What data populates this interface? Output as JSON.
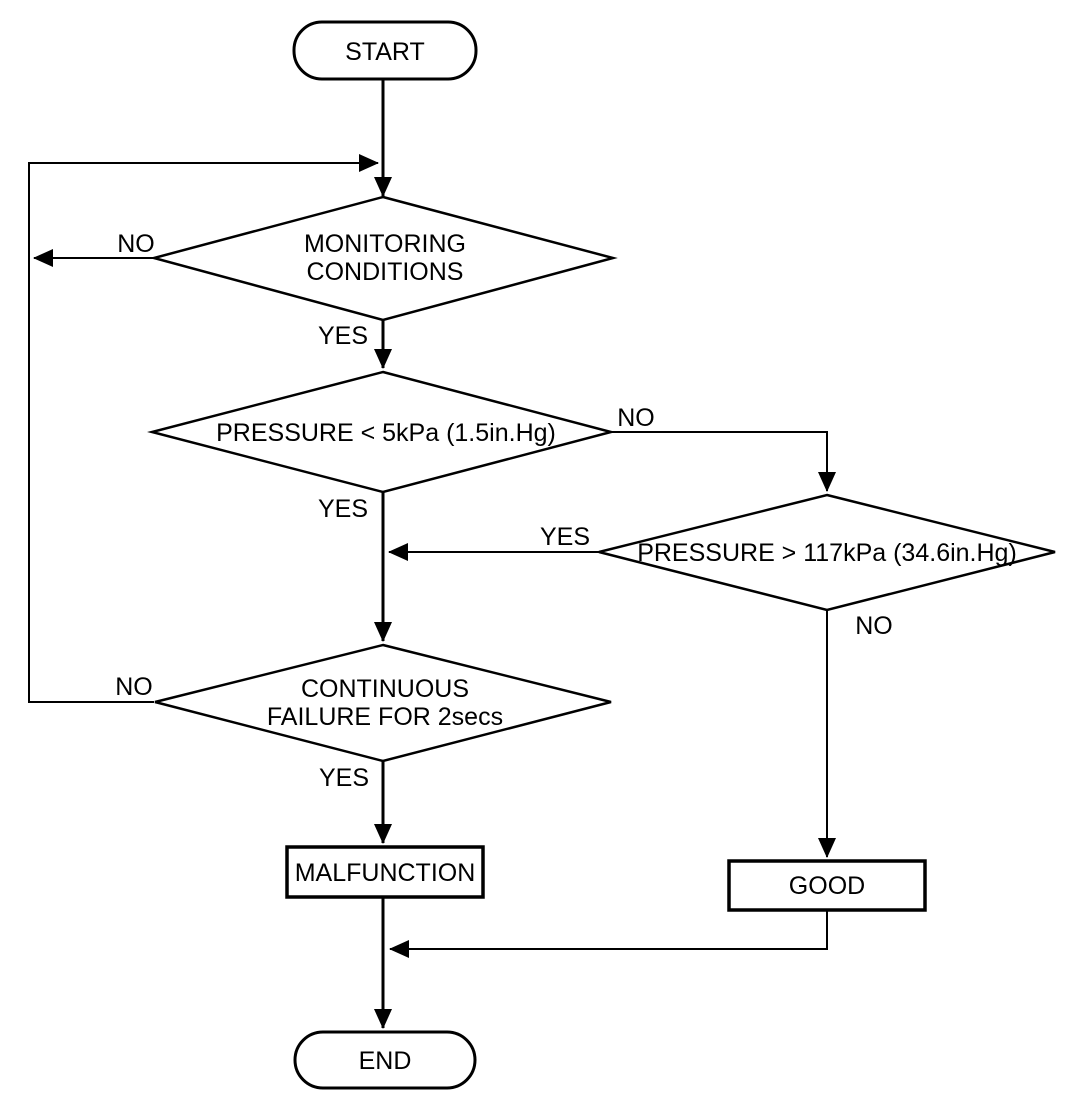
{
  "flowchart": {
    "background_color": "#ffffff",
    "line_color": "#000000",
    "nodes": {
      "start": {
        "type": "terminator",
        "label": "START"
      },
      "monitoring": {
        "type": "decision",
        "line1": "MONITORING",
        "line2": "CONDITIONS"
      },
      "pressure_low": {
        "type": "decision",
        "label": "PRESSURE < 5kPa (1.5in.Hg)"
      },
      "pressure_high": {
        "type": "decision",
        "label": "PRESSURE > 117kPa (34.6in.Hg)"
      },
      "continuous": {
        "type": "decision",
        "line1": "CONTINUOUS",
        "line2": "FAILURE FOR 2secs"
      },
      "malfunction": {
        "type": "process",
        "label": "MALFUNCTION"
      },
      "good": {
        "type": "process",
        "label": "GOOD"
      },
      "end": {
        "type": "terminator",
        "label": "END"
      }
    },
    "labels": {
      "monitoring_no": "NO",
      "monitoring_yes": "YES",
      "pressure_low_no": "NO",
      "pressure_low_yes": "YES",
      "pressure_high_yes": "YES",
      "pressure_high_no": "NO",
      "continuous_no": "NO",
      "continuous_yes": "YES"
    }
  }
}
